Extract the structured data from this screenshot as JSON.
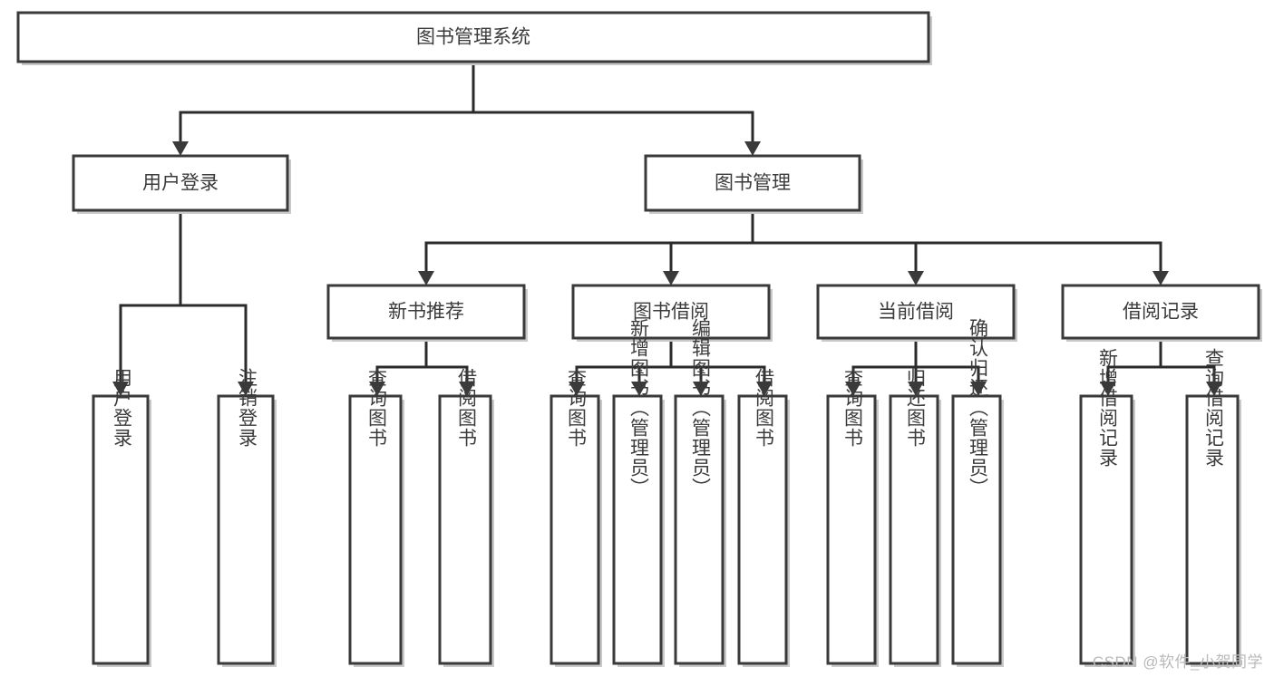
{
  "diagram": {
    "title": "图书管理系统",
    "type": "tree-hierarchy",
    "watermark": "CSDN @软件_小贺同学",
    "colors": {
      "box_fill": "#ffffff",
      "box_stroke": "#3a3a3a",
      "connector": "#2b2b2b",
      "text": "#3b3b3b",
      "watermark": "#b9b9b9",
      "background": "#ffffff"
    },
    "root": {
      "label": "图书管理系统",
      "orientation": "horizontal"
    },
    "level1": [
      {
        "label": "用户登录",
        "orientation": "horizontal"
      },
      {
        "label": "图书管理",
        "orientation": "horizontal"
      }
    ],
    "level2": [
      {
        "label": "新书推荐",
        "orientation": "horizontal"
      },
      {
        "label": "图书借阅",
        "orientation": "horizontal"
      },
      {
        "label": "当前借阅",
        "orientation": "horizontal"
      },
      {
        "label": "借阅记录",
        "orientation": "horizontal"
      }
    ],
    "leaves": {
      "user_login": [
        {
          "label": "用户登录",
          "orientation": "vertical"
        },
        {
          "label": "注销登录",
          "orientation": "vertical"
        }
      ],
      "new_book_recommend": [
        {
          "label": "查询图书",
          "orientation": "vertical"
        },
        {
          "label": "借阅图书",
          "orientation": "vertical"
        }
      ],
      "book_borrow": [
        {
          "label": "查询图书",
          "orientation": "vertical"
        },
        {
          "label": "新增图书（管理员）",
          "orientation": "vertical"
        },
        {
          "label": "编辑图书（管理员）",
          "orientation": "vertical"
        },
        {
          "label": "借阅图书",
          "orientation": "vertical"
        }
      ],
      "current_borrow": [
        {
          "label": "查询图书",
          "orientation": "vertical"
        },
        {
          "label": "归还图书",
          "orientation": "vertical"
        },
        {
          "label": "确认归还（管理员）",
          "orientation": "vertical"
        }
      ],
      "borrow_record": [
        {
          "label": "新增借阅记录",
          "orientation": "vertical"
        },
        {
          "label": "查询借阅记录",
          "orientation": "vertical"
        }
      ]
    }
  }
}
